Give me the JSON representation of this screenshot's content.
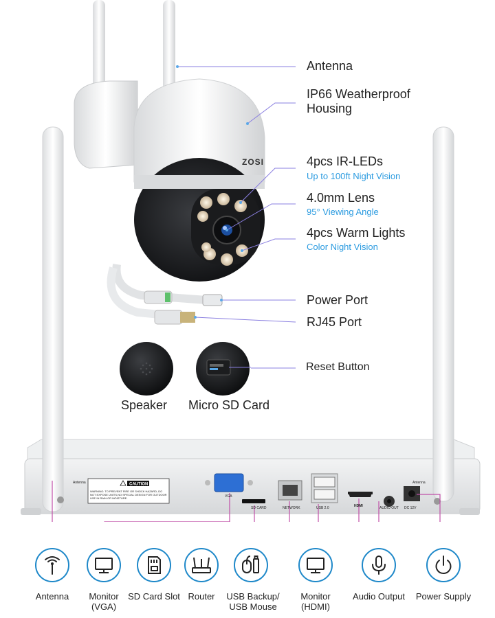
{
  "camera": {
    "brand": "ZOSI",
    "callouts": [
      {
        "title": "Antenna",
        "sub": ""
      },
      {
        "title": "IP66 Weatherproof\nHousing",
        "sub": ""
      },
      {
        "title": "4pcs IR-LEDs",
        "sub": "Up to 100ft Night Vision"
      },
      {
        "title": "4.0mm Lens",
        "sub": "95° Viewing Angle"
      },
      {
        "title": "4pcs Warm Lights",
        "sub": "Color Night Vision"
      },
      {
        "title": "Power Port",
        "sub": ""
      },
      {
        "title": "RJ45 Port",
        "sub": ""
      }
    ],
    "reset_label": "Reset Button",
    "speaker_label": "Speaker",
    "sd_label": "Micro SD Card"
  },
  "nvr": {
    "caution_title": "CAUTION",
    "caution_text": "WARNING: TO PREVENT FIRE OR SHOCK HAZARD, DO NOT EXPOSE UNITS,NO SPECIAL DESIGN FOR OUTDOOR USE IN RAIN OR MOISTURE.",
    "antenna_small": "Antenna",
    "ports": {
      "vga": "VGA",
      "sdcard": "SD CARD",
      "network": "NETWORK",
      "usb": "USB 2.0",
      "hdmi": "HDMI",
      "audio": "AUDIO OUT",
      "dc": "DC 12V"
    }
  },
  "bottom_icons": [
    {
      "icon": "antenna-icon",
      "label": "Antenna"
    },
    {
      "icon": "monitor-icon",
      "label": "Monitor\n(VGA)"
    },
    {
      "icon": "sd-card-icon",
      "label": "SD Card Slot"
    },
    {
      "icon": "router-icon",
      "label": "Router"
    },
    {
      "icon": "usb-mouse-icon",
      "label": "USB Backup/\nUSB Mouse"
    },
    {
      "icon": "monitor-icon",
      "label": "Monitor\n(HDMI)"
    },
    {
      "icon": "microphone-icon",
      "label": "Audio Output"
    },
    {
      "icon": "power-icon",
      "label": "Power Supply"
    }
  ],
  "colors": {
    "accent_blue": "#1e88c9",
    "sub_blue": "#2b9be0",
    "connector_pink": "#c04fa8",
    "callout_line_violet": "#8a7fe0"
  }
}
